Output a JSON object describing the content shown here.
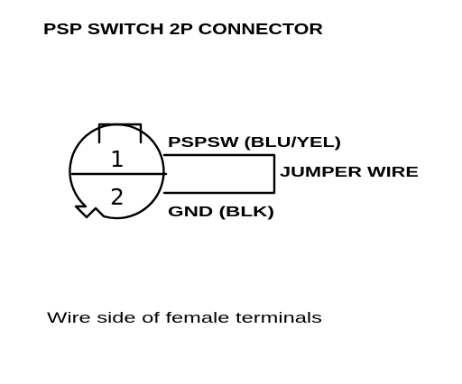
{
  "diagram": {
    "title": "PSP SWITCH 2P CONNECTOR",
    "terminal_1": "1",
    "terminal_2": "2",
    "wire_1_label": "PSPSW (BLU/YEL)",
    "jumper_label": "JUMPER WIRE",
    "wire_2_label": "GND (BLK)",
    "caption": "Wire side of female terminals"
  },
  "colors": {
    "ink": "#000000",
    "background": "#ffffff"
  }
}
